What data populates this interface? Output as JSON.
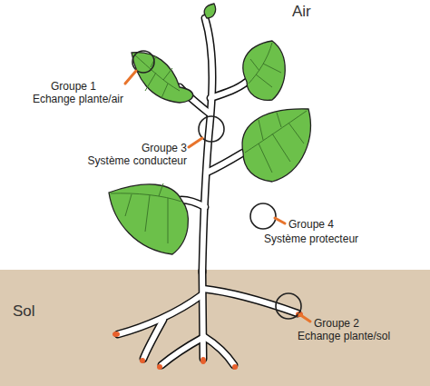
{
  "diagram": {
    "labels": [
      "Air",
      "Groupe 1",
      "Echange plante/air",
      "Groupe 3",
      "Système conducteur",
      "Groupe 4",
      "Système protecteur",
      "Sol",
      "Groupe 2",
      "Echange plante/sol"
    ]
  }
}
